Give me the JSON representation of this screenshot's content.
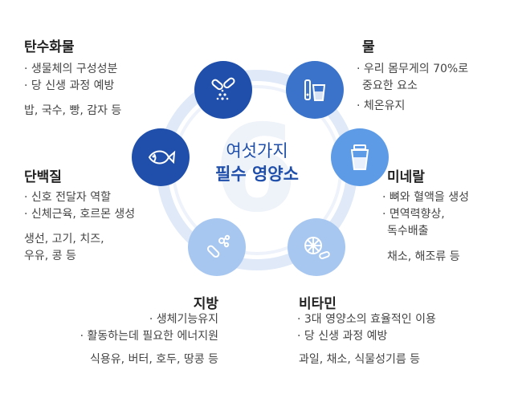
{
  "center": {
    "line1": "여섯가지",
    "line2": "필수 영양소",
    "watermark": "6"
  },
  "colors": {
    "ring": "#dfe9f8",
    "node_dark": "#1f4faa",
    "node_mid": "#3a73c9",
    "node_light": "#5d9be6",
    "node_pale": "#a7c7f0",
    "title_blue": "#1f4faa"
  },
  "sections": {
    "carbs": {
      "title": "탄수화물",
      "bullets": [
        "· 생물체의 구성성분",
        "· 당 신생 과정 예방"
      ],
      "foods": "밥, 국수, 빵, 감자 등",
      "icon": "capsule-pills-icon"
    },
    "water": {
      "title": "물",
      "bullets": [
        "· 우리 몸무게의 70%로",
        "  중요한 요소",
        "· 체온유지"
      ],
      "foods": "",
      "icon": "water-glass-icon"
    },
    "protein": {
      "title": "단백질",
      "bullets": [
        "· 신호 전달자 역할",
        "· 신체근육, 호르몬 생성"
      ],
      "foods": [
        "생선, 고기, 치즈,",
        "우유, 콩 등"
      ],
      "icon": "fish-icon"
    },
    "mineral": {
      "title": "미네랄",
      "bullets": [
        "· 뼈와 혈액을 생성",
        "· 면역력향상,",
        "  독수배출"
      ],
      "foods": "채소, 해조류 등",
      "icon": "shaker-bottle-icon"
    },
    "fat": {
      "title": "지방",
      "bullets": [
        "· 생체기능유지",
        "· 활동하는데 필요한 에너지원"
      ],
      "foods": "식용유, 버터, 호두, 땅콩 등",
      "icon": "oil-molecule-icon"
    },
    "vitamin": {
      "title": "비타민",
      "bullets": [
        "· 3대 영양소의 효율적인 이용",
        "· 당 신생 과정 예방"
      ],
      "foods": "과일, 채소, 식물성기름 등",
      "icon": "citrus-vitamin-icon"
    }
  }
}
